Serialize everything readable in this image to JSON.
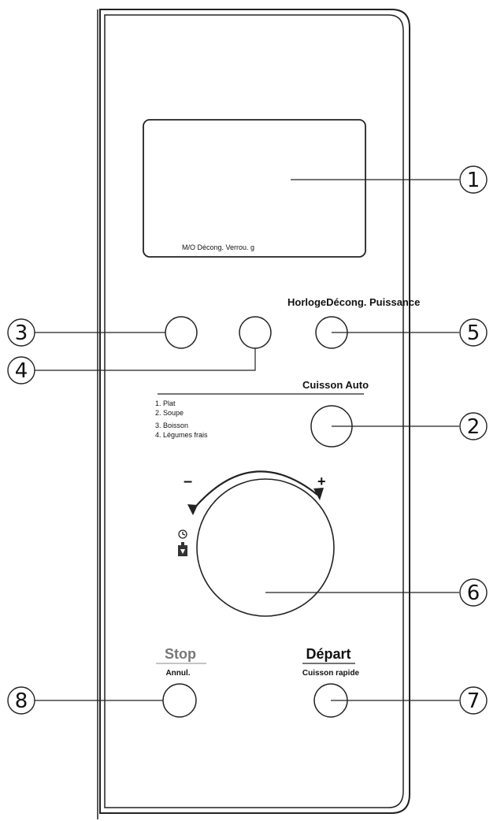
{
  "display": {
    "indicators": "M/O Décong. Verrou. g"
  },
  "top_buttons": {
    "label": "HorlogeDécong. Puissance"
  },
  "auto_cook": {
    "title": "Cuisson Auto",
    "programs": [
      "1. Plat",
      "2. Soupe",
      "3. Boisson",
      "4. Légumes frais"
    ]
  },
  "dial": {
    "minus": "–",
    "plus": "+"
  },
  "stop_button": {
    "label": "Stop",
    "sublabel": "Annul."
  },
  "start_button": {
    "label": "Départ",
    "sublabel": "Cuisson rapide"
  },
  "callouts": {
    "c1": "1",
    "c2": "2",
    "c3": "3",
    "c4": "4",
    "c5": "5",
    "c6": "6",
    "c7": "7",
    "c8": "8"
  }
}
